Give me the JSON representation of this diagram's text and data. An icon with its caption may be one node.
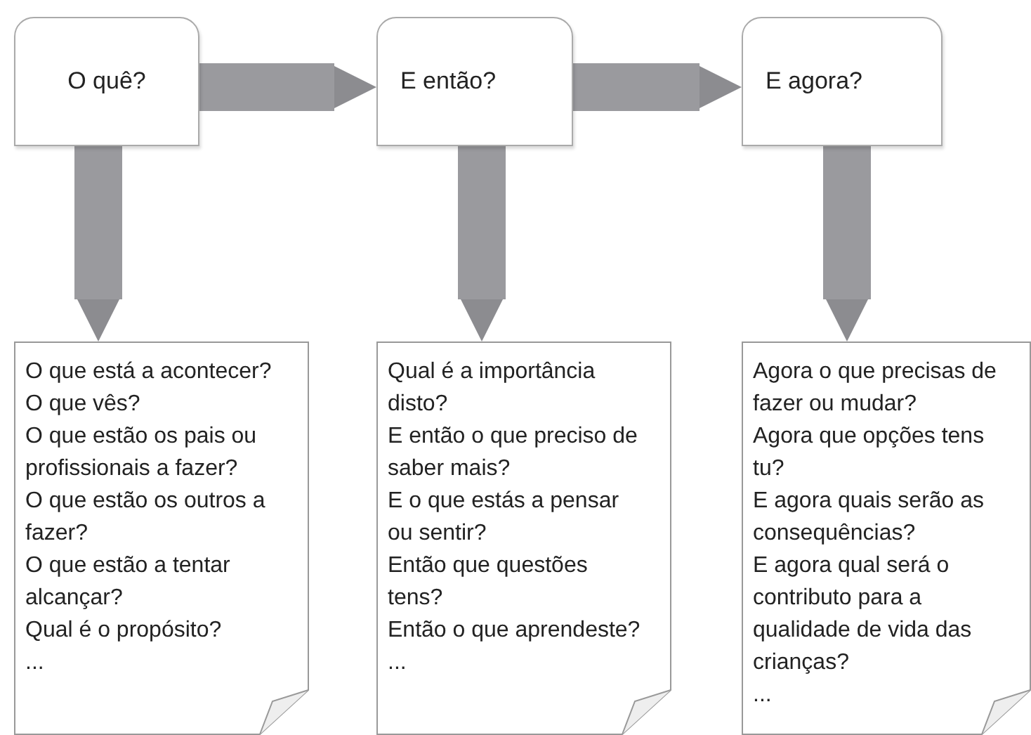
{
  "diagram": {
    "nodes": [
      {
        "text": [
          "O quê?"
        ]
      },
      {
        "text": [
          "E então?"
        ]
      },
      {
        "text": [
          "E agora?"
        ]
      },
      {
        "text": [
          "O que está a acontecer?",
          "O que vês?",
          "O que estão os pais ou profissionais a fazer?",
          "O que estão os outros a fazer?",
          "O que estão a tentar alcançar?",
          "Qual é o propósito?",
          "..."
        ]
      },
      {
        "text": [
          "Qual é a importância disto?",
          "E então o que preciso de saber mais?",
          "E o que estás a pensar ou sentir?",
          "Então que questões tens?",
          "Então o que aprendeste?",
          "..."
        ]
      },
      {
        "text": [
          "Agora o que precisas de fazer ou mudar?",
          "Agora que opções tens tu?",
          "E agora quais serão as consequências?",
          "E agora qual será o contributo para a qualidade de vida das crianças?",
          "..."
        ]
      }
    ],
    "edges": [
      {
        "from": 0,
        "to": 1,
        "arrow": "to"
      },
      {
        "from": 1,
        "to": 2,
        "arrow": "to"
      },
      {
        "from": 0,
        "to": 3,
        "arrow": "to"
      },
      {
        "from": 1,
        "to": 4,
        "arrow": "to"
      },
      {
        "from": 2,
        "to": 5,
        "arrow": "to"
      }
    ]
  }
}
